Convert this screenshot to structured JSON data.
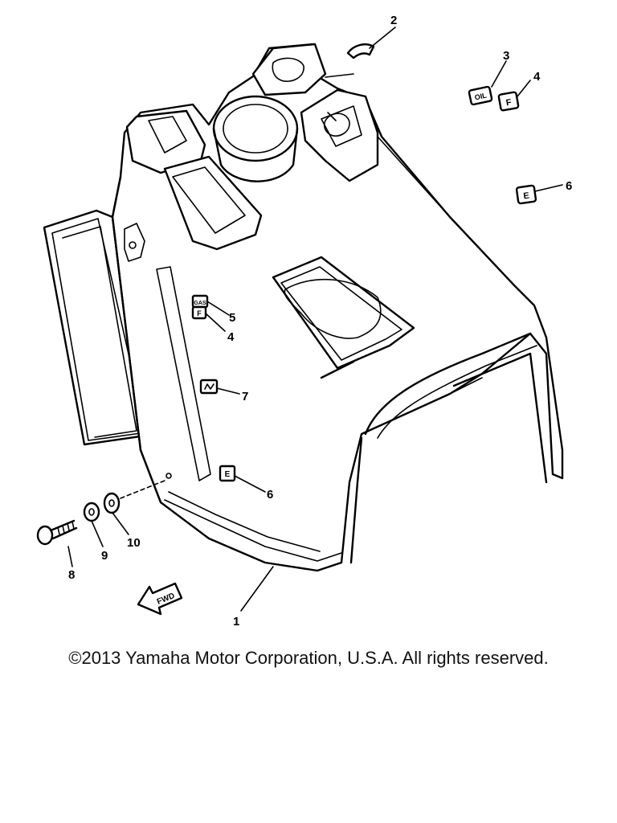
{
  "callouts": {
    "c1": "1",
    "c2": "2",
    "c3": "3",
    "c4a": "4",
    "c4b": "4",
    "c5": "5",
    "c6a": "6",
    "c6b": "6",
    "c7": "7",
    "c8": "8",
    "c9": "9",
    "c10": "10"
  },
  "decals": {
    "oil": "OIL",
    "fuel_top": "F",
    "emergency_top": "E",
    "gas": "GAS",
    "fuel_side": "F",
    "emergency_side": "E",
    "fwd": "FWD"
  },
  "copyright": "©2013 Yamaha Motor Corporation, U.S.A. All rights reserved."
}
